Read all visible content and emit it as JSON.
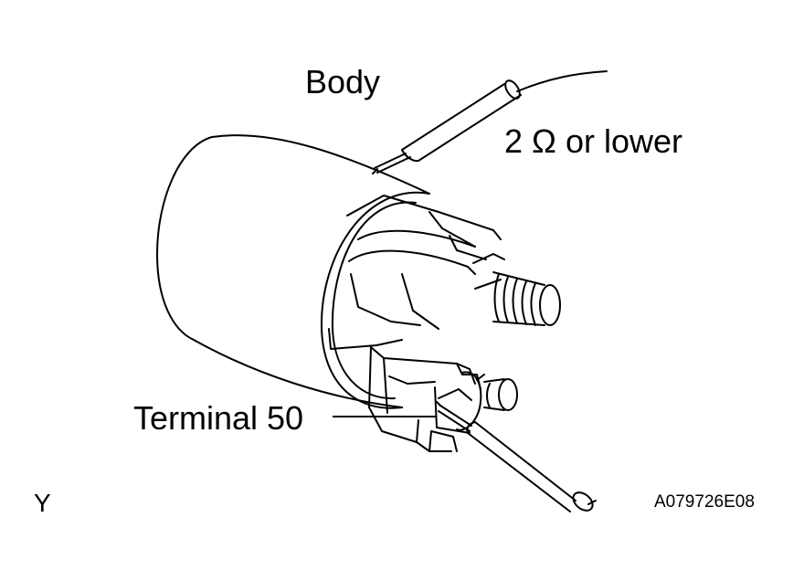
{
  "labels": {
    "body": "Body",
    "spec": "2 Ω or lower",
    "terminal": "Terminal 50",
    "view": "Y",
    "code": "A079726E08"
  },
  "icons": {
    "component": "starter-solenoid-icon",
    "probe_top": "tester-probe-icon",
    "probe_bottom": "tester-probe-icon"
  },
  "colors": {
    "ink": "#000000",
    "paper": "#ffffff"
  }
}
